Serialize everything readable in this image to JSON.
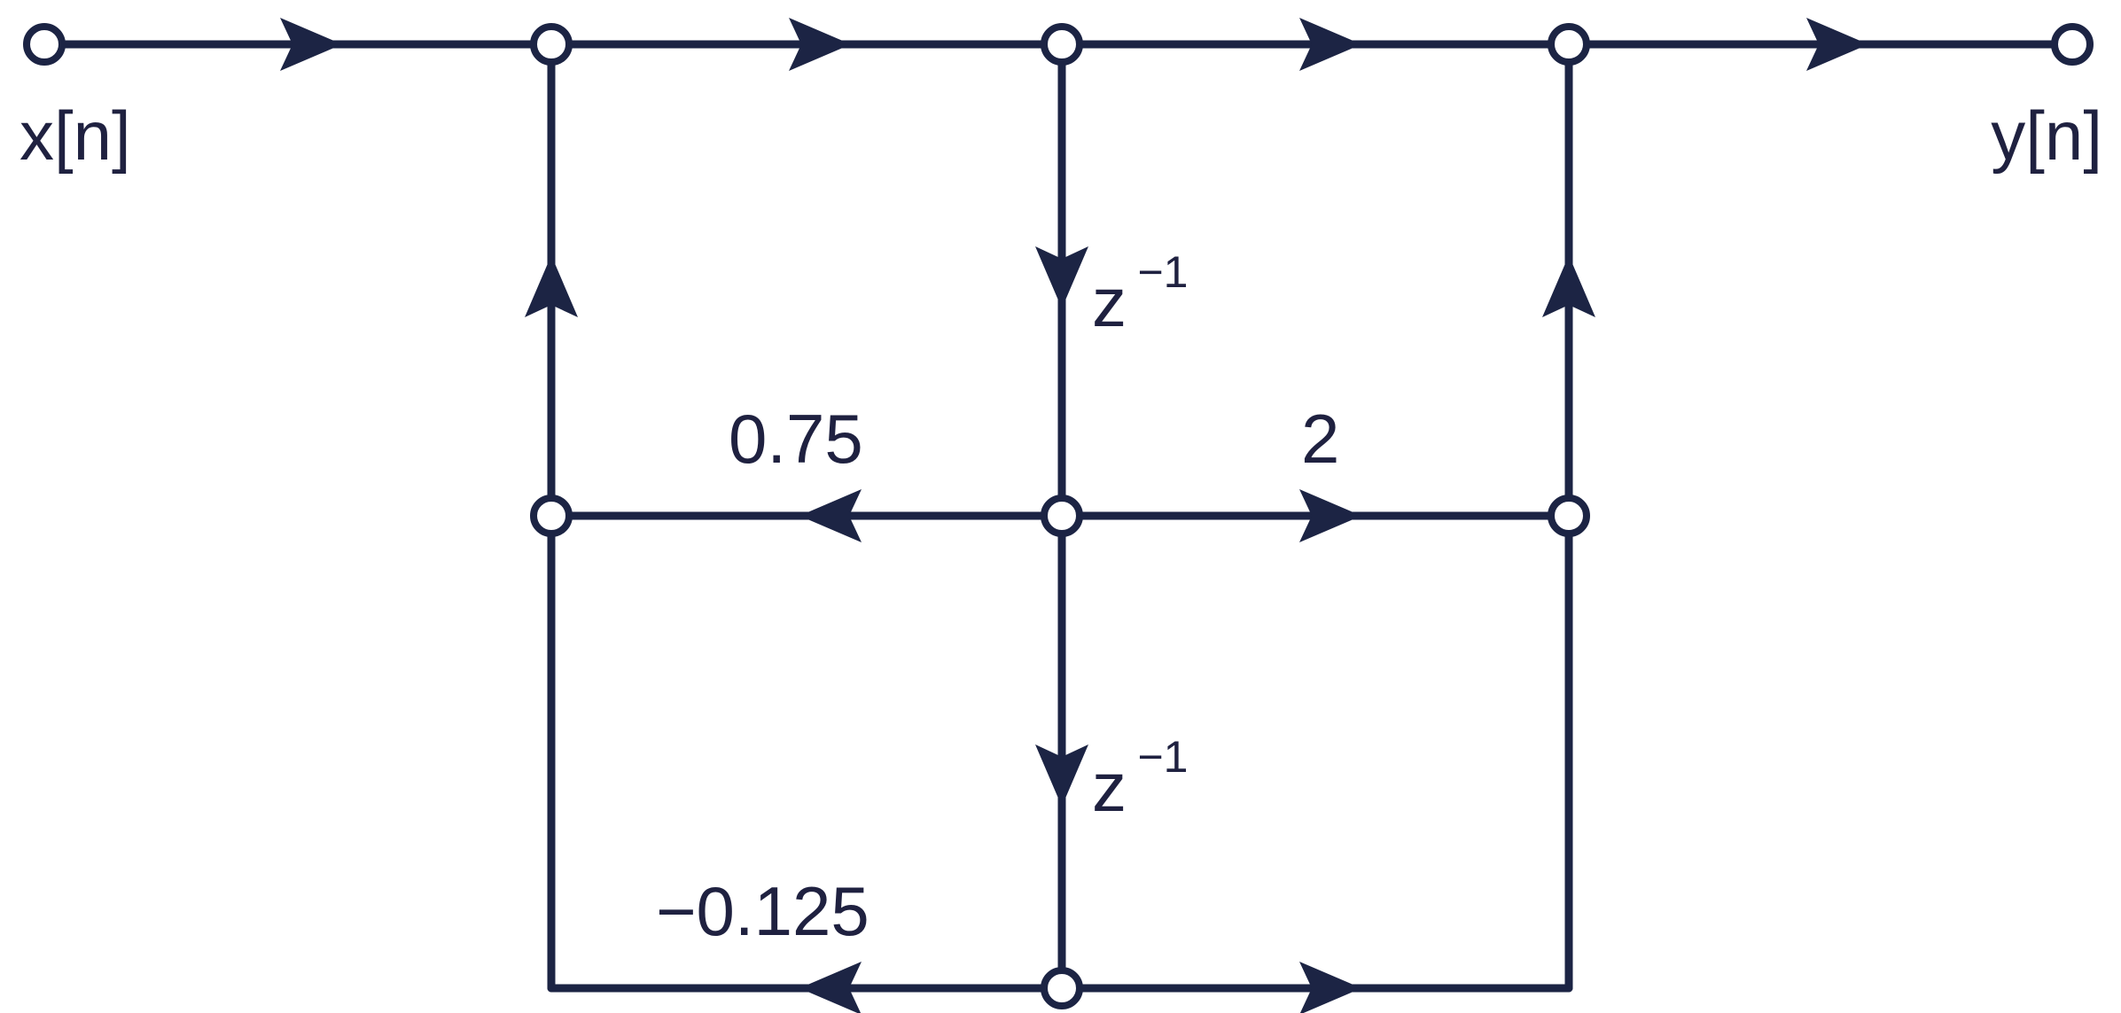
{
  "diagram": {
    "input_label": "x[n]",
    "output_label": "y[n]",
    "delay_base": "z",
    "delay_exponent": "−1",
    "gains": {
      "upper_feedback": "0.75",
      "upper_feedforward": "2",
      "lower_feedback": "−0.125"
    }
  },
  "colors": {
    "ink": "#1c2444",
    "background": "#ffffff"
  }
}
